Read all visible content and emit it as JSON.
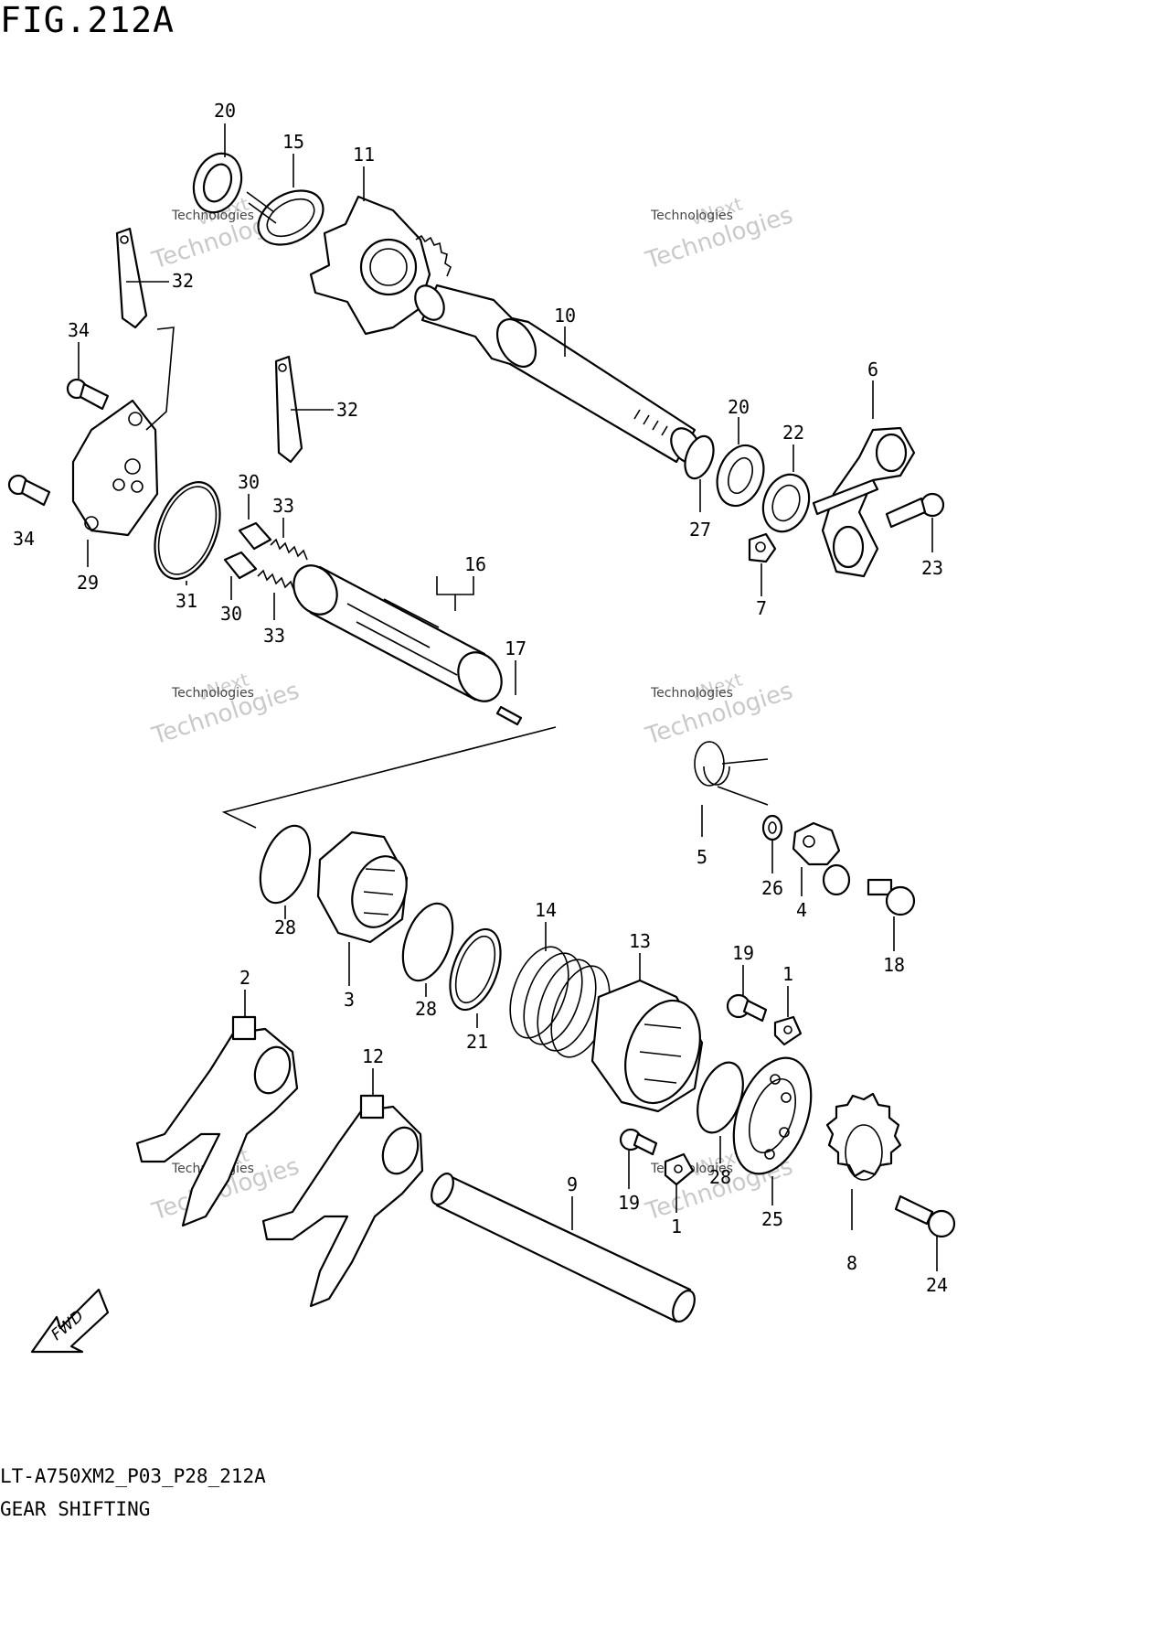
{
  "figure": {
    "title": "FIG.212A",
    "code": "LT-A750XM2_P03_P28_212A",
    "name": "GEAR SHIFTING"
  },
  "watermark": {
    "line1": "vNext",
    "line2": "Technologies"
  },
  "fwd_label": "FWD",
  "callouts": [
    {
      "id": "c20a",
      "text": "20"
    },
    {
      "id": "c15",
      "text": "15"
    },
    {
      "id": "c11",
      "text": "11"
    },
    {
      "id": "c32a",
      "text": "32"
    },
    {
      "id": "c10",
      "text": "10"
    },
    {
      "id": "c34a",
      "text": "34"
    },
    {
      "id": "c32b",
      "text": "32"
    },
    {
      "id": "c6",
      "text": "6"
    },
    {
      "id": "c20b",
      "text": "20"
    },
    {
      "id": "c22",
      "text": "22"
    },
    {
      "id": "c30a",
      "text": "30"
    },
    {
      "id": "c33a",
      "text": "33"
    },
    {
      "id": "c34b",
      "text": "34"
    },
    {
      "id": "c27",
      "text": "27"
    },
    {
      "id": "c23",
      "text": "23"
    },
    {
      "id": "c29",
      "text": "29"
    },
    {
      "id": "c31",
      "text": "31"
    },
    {
      "id": "c16",
      "text": "16"
    },
    {
      "id": "c7",
      "text": "7"
    },
    {
      "id": "c30b",
      "text": "30"
    },
    {
      "id": "c33b",
      "text": "33"
    },
    {
      "id": "c17",
      "text": "17"
    },
    {
      "id": "c5",
      "text": "5"
    },
    {
      "id": "c26",
      "text": "26"
    },
    {
      "id": "c4",
      "text": "4"
    },
    {
      "id": "c28a",
      "text": "28"
    },
    {
      "id": "c3",
      "text": "3"
    },
    {
      "id": "c14",
      "text": "14"
    },
    {
      "id": "c13",
      "text": "13"
    },
    {
      "id": "c18",
      "text": "18"
    },
    {
      "id": "c19a",
      "text": "19"
    },
    {
      "id": "c1a",
      "text": "1"
    },
    {
      "id": "c28b",
      "text": "28"
    },
    {
      "id": "c21",
      "text": "21"
    },
    {
      "id": "c2",
      "text": "2"
    },
    {
      "id": "c12",
      "text": "12"
    },
    {
      "id": "c9",
      "text": "9"
    },
    {
      "id": "c28c",
      "text": "28"
    },
    {
      "id": "c19b",
      "text": "19"
    },
    {
      "id": "c1b",
      "text": "1"
    },
    {
      "id": "c25",
      "text": "25"
    },
    {
      "id": "c8",
      "text": "8"
    },
    {
      "id": "c24",
      "text": "24"
    }
  ]
}
